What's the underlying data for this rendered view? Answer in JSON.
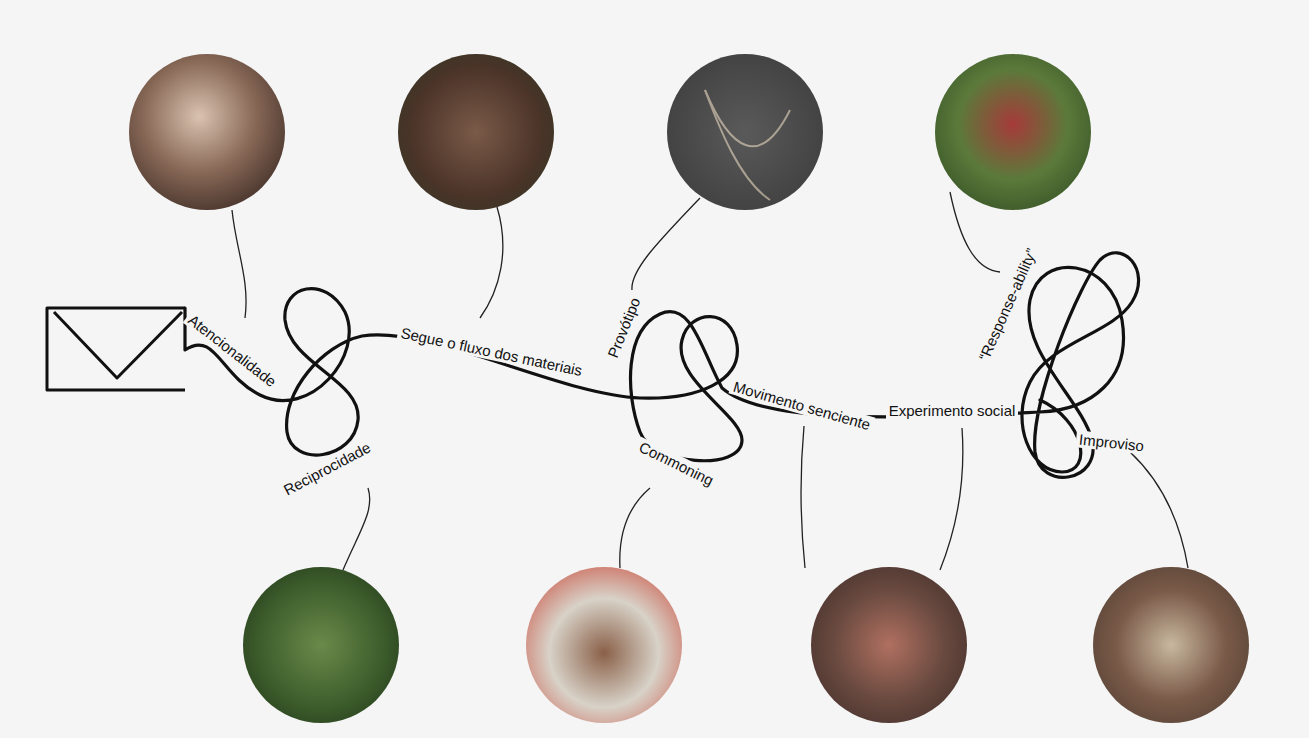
{
  "diagram": {
    "labels": [
      "Atencionalidade",
      "Segue o fluxo dos materiais",
      "Provótipo",
      "Movimento senciente",
      "Experimento social",
      "“Response-ability”",
      "Reciprocidade",
      "Commoning",
      "Improviso"
    ]
  }
}
